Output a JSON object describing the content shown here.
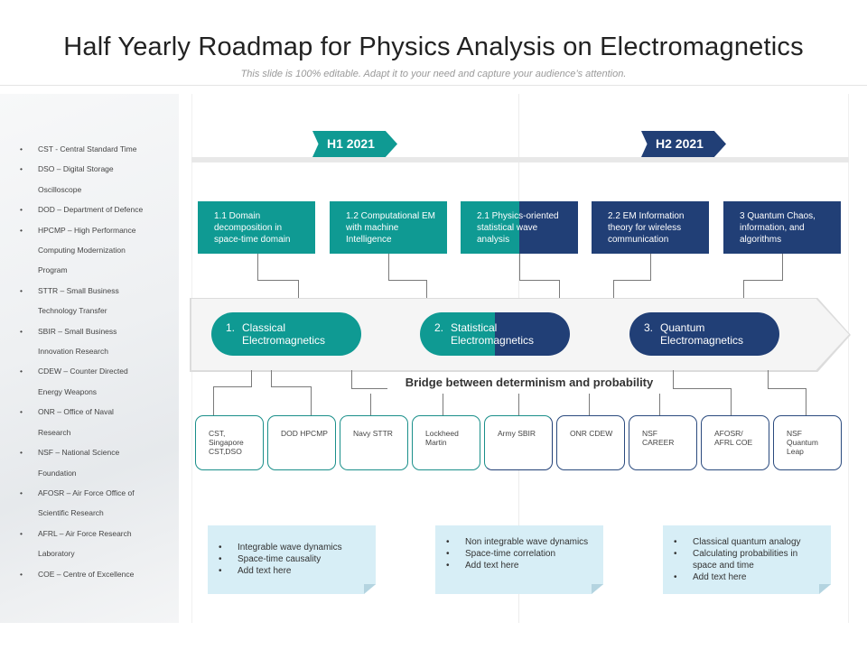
{
  "header": {
    "title": "Half Yearly Roadmap for Physics Analysis on Electromagnetics",
    "subtitle": "This slide is 100% editable. Adapt it to your need and capture your audience’s attention."
  },
  "glossary": [
    {
      "l1": "CST - Central Standard Time",
      "l2": ""
    },
    {
      "l1": "DSO – Digital Storage",
      "l2": "Oscilloscope"
    },
    {
      "l1": "DOD –  Department of Defence",
      "l2": ""
    },
    {
      "l1": "HPCMP – High Performance",
      "l2": "Computing Modernization"
    },
    {
      "l1": "Program",
      "l2": "",
      "cont": true
    },
    {
      "l1": "STTR – Small Business",
      "l2": "Technology Transfer"
    },
    {
      "l1": "SBIR – Small Business",
      "l2": "Innovation Research"
    },
    {
      "l1": "CDEW –  Counter Directed",
      "l2": "Energy Weapons"
    },
    {
      "l1": "ONR –  Office of Naval",
      "l2": "Research"
    },
    {
      "l1": "NSF – National Science",
      "l2": "Foundation"
    },
    {
      "l1": "AFOSR – Air Force Office of",
      "l2": "Scientific Research"
    },
    {
      "l1": "AFRL – Air Force Research",
      "l2": "Laboratory"
    },
    {
      "l1": "COE – Centre of Excellence",
      "l2": ""
    }
  ],
  "bullet_char": "•",
  "periods": [
    {
      "label": "H1 2021",
      "color": "#0f9a93"
    },
    {
      "label": "H2 2021",
      "color": "#213f76"
    }
  ],
  "topics": [
    {
      "label": "1.1 Domain decomposition in space-time domain"
    },
    {
      "label": "1.2 Computational EM  with machine Intelligence"
    },
    {
      "label": "2.1 Physics-oriented statistical wave analysis"
    },
    {
      "label": "2.2 EM  Information theory for wireless communication"
    },
    {
      "label": "3 Quantum Chaos, information, and algorithms"
    }
  ],
  "themes": [
    {
      "num": "1.",
      "label": "Classical Electromagnetics"
    },
    {
      "num": "2.",
      "label": "Statistical Electromagnetics"
    },
    {
      "num": "3.",
      "label": "Quantum Electromagnetics"
    }
  ],
  "bridge_label": "Bridge between determinism and probability",
  "programs": [
    {
      "label": "CST, Singapore CST,DSO"
    },
    {
      "label": "DOD HPCMP"
    },
    {
      "label": "Navy STTR"
    },
    {
      "label": "Lockheed Martin"
    },
    {
      "label": "Army SBIR"
    },
    {
      "label": "ONR CDEW"
    },
    {
      "label": "NSF CAREER"
    },
    {
      "label": "AFOSR/ AFRL COE"
    },
    {
      "label": "NSF Quantum Leap"
    }
  ],
  "notes": [
    {
      "items": [
        "Integrable wave dynamics",
        "Space-time causality",
        "Add text here"
      ]
    },
    {
      "items": [
        "Non integrable wave dynamics",
        "Space-time correlation",
        "Add text here"
      ]
    },
    {
      "items": [
        "Classical quantum analogy",
        "Calculating probabilities in space and time",
        "Add text here"
      ]
    }
  ],
  "colors": {
    "teal": "#0f9a93",
    "navy": "#213f76",
    "note": "#d7eef6"
  }
}
